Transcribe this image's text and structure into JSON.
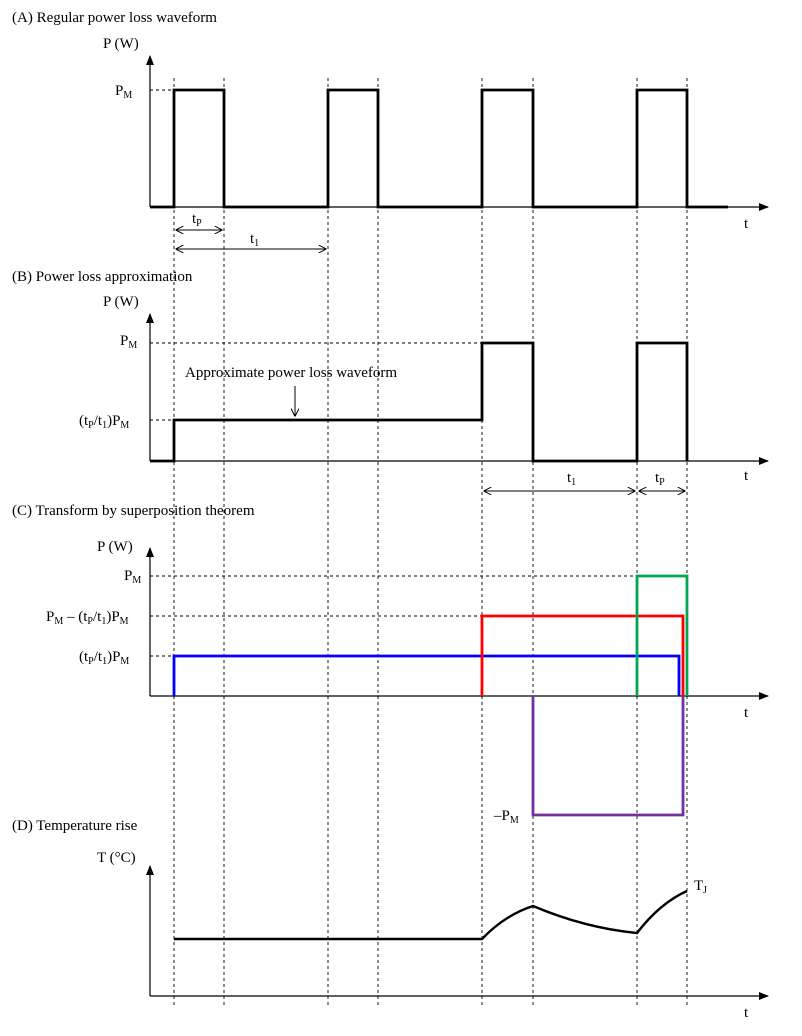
{
  "panels": {
    "a": {
      "title": "(A) Regular power loss waveform",
      "y_axis": "P (W)",
      "x_axis": "t"
    },
    "b": {
      "title": "(B) Power loss approximation",
      "y_axis": "P (W)",
      "x_axis": "t",
      "annotation": "Approximate power loss waveform"
    },
    "c": {
      "title": "(C) Transform by superposition theorem",
      "y_axis": "P (W)",
      "x_axis": "t"
    },
    "d": {
      "title": "(D) Temperature rise",
      "y_axis": "T (°C)",
      "x_axis": "t"
    }
  },
  "symbols": {
    "pm_main": "P",
    "pm_sub": "M",
    "tp_main": "t",
    "tp_sub": "P",
    "t1_main": "t",
    "t1_sub": "1",
    "ratio_open": "(t",
    "ratio_p": "P",
    "ratio_slash": "/t",
    "ratio_one": "1",
    "ratio_close": ")P",
    "ratio_m": "M",
    "diff_prefix": "P",
    "diff_prefix_sub": "M",
    "diff_minus": " – (t",
    "neg_main": "–P",
    "neg_sub": "M",
    "tj_main": "T",
    "tj_sub": "J"
  },
  "colors": {
    "ink": "#000000",
    "blue_pulse": "#0000ff",
    "red_pulse": "#ff0000",
    "green_pulse": "#00a651",
    "purple_pulse": "#7030a0"
  }
}
